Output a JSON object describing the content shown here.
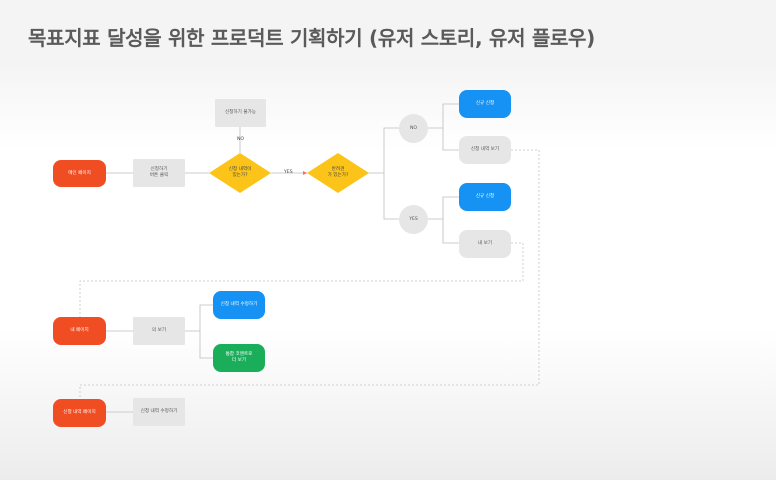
{
  "title": "목표지표 달성을 위한 프로덕트 기획하기 (유저 스토리, 유저 플로우)",
  "nodes": {
    "main_page": "메인 페이지",
    "apply_button": "신청하기\n버튼 클릭",
    "apply_unavailable": "신청하기 불가능",
    "has_history": "신청 내역이\n있는가?",
    "has_pet": "반려견\n가 있는가?",
    "no_circle": "NO",
    "yes_circle": "YES",
    "new_apply_top": "신규 신청",
    "view_history_top": "신청 내역 보기",
    "new_apply_bottom": "신규 신청",
    "my_view": "내  보기",
    "my_page": "내  페이지",
    "info_view": "의 보기",
    "edit_history": "신청 내역 수정하기",
    "total_view": "통합 코멘트로\n 더 보기",
    "history_page": "신청 내역 페이지",
    "history_edit": "신청 내역 수정하기"
  },
  "edges": {
    "no": "NO",
    "yes": "YES"
  },
  "colors": {
    "start": "#f04d23",
    "action": "#1592f3",
    "result": "#1aae5a",
    "decision": "#fcc419",
    "step": "#e6e6e6"
  }
}
